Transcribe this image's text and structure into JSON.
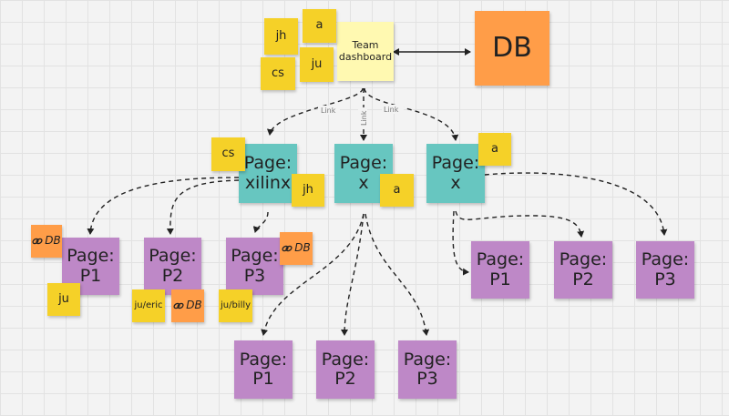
{
  "diagram": {
    "nodes": {
      "team_dashboard": "Team\ndashboard",
      "db_main": "DB",
      "tag_jh_top": "jh",
      "tag_a_top": "a",
      "tag_cs_top": "cs",
      "tag_ju_top": "ju",
      "page_xilinx": "Page:\nxilinx",
      "page_x_mid": "Page:\nx",
      "page_x_right": "Page:\nx",
      "tag_cs_xilinx": "cs",
      "tag_jh_xilinx": "jh",
      "tag_a_mid": "a",
      "tag_a_right": "a",
      "page_p1_left": "Page:\nP1",
      "page_p2_left": "Page:\nP2",
      "page_p3_left": "Page:\nP3",
      "db_tag_p1": "DB",
      "db_tag_p2": "DB",
      "db_tag_p3": "DB",
      "tag_ju_p1": "ju",
      "tag_jueric_p2": "ju/eric",
      "tag_jubilly_p3": "ju/billy",
      "page_p1_mid": "Page:\nP1",
      "page_p2_mid": "Page:\nP2",
      "page_p3_mid": "Page:\nP3",
      "page_p1_right": "Page:\nP1",
      "page_p2_right": "Page:\nP2",
      "page_p3_right": "Page:\nP3"
    },
    "edge_labels": {
      "left": "Link",
      "mid": "Link",
      "right": "Link"
    },
    "icons": {
      "chain_link": "link-icon"
    },
    "colors": {
      "yellow": "#f5d128",
      "light_yellow": "#fff9b1",
      "orange": "#ff9d48",
      "teal": "#67c6c0",
      "purple": "#be88c7"
    }
  }
}
